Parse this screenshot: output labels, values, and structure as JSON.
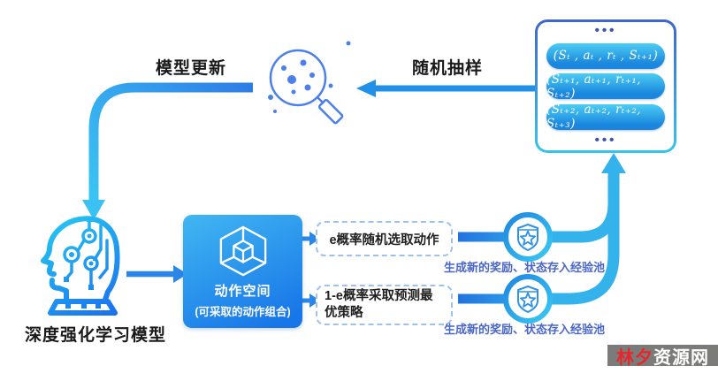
{
  "header": {
    "model_update_label": "模型更新",
    "random_sampling_label": "随机抽样"
  },
  "experience_pool": {
    "ellipsis_top": "•••",
    "ellipsis_bottom": "•••",
    "tuples": [
      "(Sₜ , aₜ , rₜ , Sₜ₊₁)",
      "(Sₜ₊₁, aₜ₊₁, rₜ₊₁, Sₜ₊₂)",
      "(Sₜ₊₂, aₜ₊₂, rₜ₊₂, Sₜ₊₃)"
    ]
  },
  "model": {
    "label": "深度强化学习模型"
  },
  "action_space": {
    "title": "动作空间",
    "subtitle": "(可采取的动作组合)"
  },
  "branches": [
    {
      "label": "e概率随机选取动作",
      "note": "生成新的奖励、状态存入经验池"
    },
    {
      "label": "1-e概率采取预测最优策略",
      "note": "生成新的奖励、状态存入经验池"
    }
  ],
  "icons": {
    "magnifier": "magnifier-sampling-icon",
    "ai_head": "ai-brain-head-icon",
    "cube": "cube-action-space-icon",
    "shield": "shield-star-badge-icon"
  },
  "colors": {
    "flow_cyan": "#33b2ec",
    "flow_blue": "#2273de",
    "arrow_blue": "#2090e8",
    "magnifier_blue": "#4a80e8",
    "pill_top": "#4ccdf4",
    "pill_bottom": "#1a86dd",
    "pool_border_top": "#3f66cc",
    "pool_border_bottom": "#38c4ea",
    "note_text": "#4a66c8",
    "watermark_bg": "#7b7b79",
    "watermark_red": "#e8252a"
  },
  "watermark": {
    "brand_primary": "林夕",
    "brand_secondary": "资源网"
  }
}
